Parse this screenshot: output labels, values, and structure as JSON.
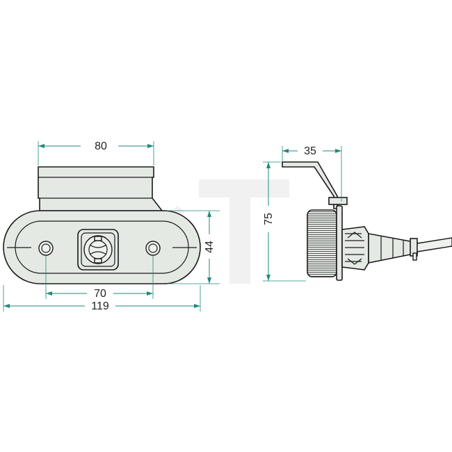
{
  "dimensions": {
    "bracket_width": "80",
    "hole_spacing": "70",
    "overall_length": "119",
    "lens_height": "44",
    "overall_height": "75",
    "side_depth": "35"
  },
  "colors": {
    "dimension_line": "#1f8a7a",
    "part_fill": "#e4e9e4",
    "outline": "#1a1a1a",
    "watermark": "#f1f1f1"
  }
}
